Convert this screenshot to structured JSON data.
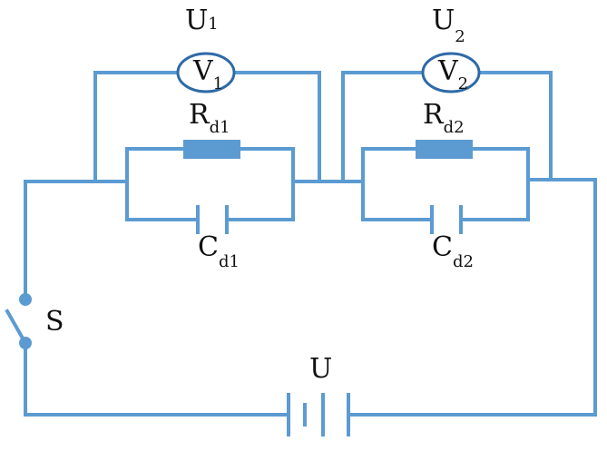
{
  "voltmeter_1": {
    "top_label": "U",
    "top_sub": "1",
    "inner_label": "V",
    "inner_sub": "1"
  },
  "voltmeter_2": {
    "top_label": "U",
    "top_sub": "2",
    "inner_label": "V",
    "inner_sub": "2"
  },
  "resistor_1": {
    "label": "R",
    "sub": "d1"
  },
  "resistor_2": {
    "label": "R",
    "sub": "d2"
  },
  "capacitor_1": {
    "label": "C",
    "sub": "d1"
  },
  "capacitor_2": {
    "label": "C",
    "sub": "d2"
  },
  "switch": {
    "label": "S"
  },
  "source": {
    "label": "U"
  },
  "colors": {
    "wire": "#5b9bd2",
    "meter_outline": "#2e6aa8",
    "text": "#111111"
  }
}
